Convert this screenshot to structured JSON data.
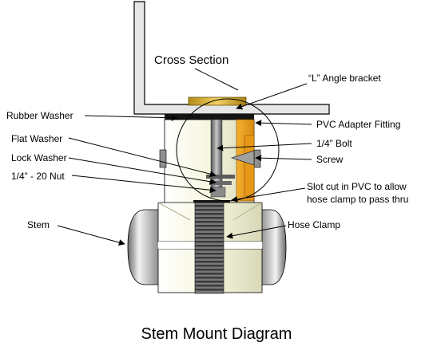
{
  "title": "Stem Mount Diagram",
  "cross_section_label": "Cross Section",
  "labels": {
    "l_angle_bracket": "“L” Angle bracket",
    "rubber_washer": "Rubber Washer",
    "pvc_adapter_fitting": "PVC Adapter Fitting",
    "flat_washer": "Flat Washer",
    "bolt": "1/4” Bolt",
    "lock_washer": "Lock Washer",
    "screw": "Screw",
    "nut": "1/4” - 20 Nut",
    "slot_line1": "Slot cut in PVC to allow",
    "slot_line2": "hose clamp to pass thru",
    "stem": "Stem",
    "hose_clamp": "Hose Clamp"
  },
  "colors": {
    "pvc_light": "#f4f4dc",
    "gold": "#d8b030",
    "orange": "#f0a020",
    "washer": "#1a1a1a",
    "stem_gray": "#9a9a9a",
    "clamp_gray": "#6e6e6e",
    "outline": "#000000"
  }
}
